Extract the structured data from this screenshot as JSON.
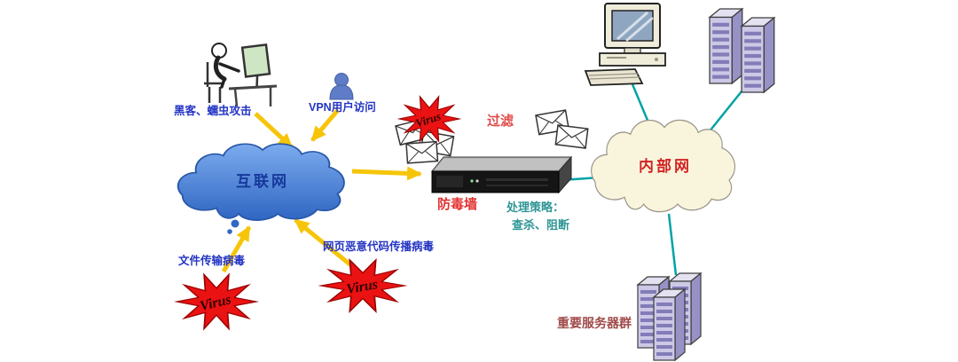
{
  "diagram": {
    "internet": {
      "label": "互联网"
    },
    "intranet": {
      "label": "内部网"
    },
    "hacker": {
      "label": "黑客、蠕虫攻击"
    },
    "vpn_user": {
      "label": "VPN用户访问"
    },
    "mail_virus": {
      "virus": "Virus"
    },
    "filter": {
      "label": "过滤"
    },
    "firewall": {
      "label": "防毒墙"
    },
    "policy": {
      "line1": "处理策略：",
      "line2": "查杀、阻断"
    },
    "file_virus": {
      "label": "文件传输病毒",
      "virus": "Virus"
    },
    "web_virus": {
      "label": "网页恶意代码传播病毒",
      "virus": "Virus"
    },
    "server_group": {
      "label": "重要服务器群"
    },
    "links": [
      {
        "from": "hacker",
        "to": "internet",
        "type": "attack-arrow"
      },
      {
        "from": "vpn_user",
        "to": "internet",
        "type": "attack-arrow"
      },
      {
        "from": "file_virus",
        "to": "internet",
        "type": "attack-arrow"
      },
      {
        "from": "web_virus",
        "to": "internet",
        "type": "attack-arrow"
      },
      {
        "from": "internet",
        "to": "firewall",
        "type": "attack-arrow"
      },
      {
        "from": "firewall",
        "to": "intranet",
        "type": "network-line"
      },
      {
        "from": "intranet",
        "to": "workstation",
        "type": "network-line"
      },
      {
        "from": "intranet",
        "to": "server-pair",
        "type": "network-line"
      },
      {
        "from": "intranet",
        "to": "server-group",
        "type": "network-line"
      }
    ],
    "colors": {
      "attack_arrow": "#F6C50A",
      "network_line": "#00A3A8",
      "internet_cloud": "#3E74D0",
      "intranet_cloud": "#F9F5DC",
      "virus_star": "#EA1212",
      "blue_label": "#2434C4",
      "red_label": "#E23030",
      "policy_label": "#2F9595",
      "server_label": "#A04A4A"
    }
  }
}
